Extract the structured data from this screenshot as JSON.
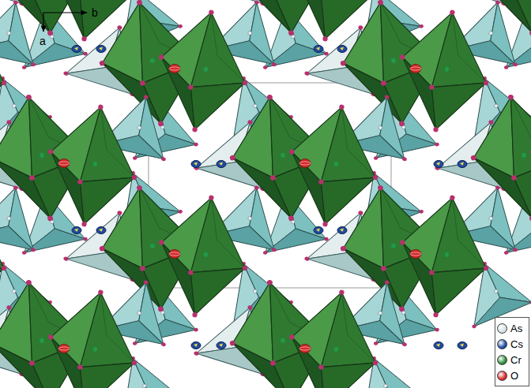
{
  "diagram": {
    "labels": [
      "b",
      "a"
    ],
    "legend": [
      {
        "text": "As",
        "color": "#d6e2e2"
      },
      {
        "text": "Cs",
        "color": "#1f4a9e"
      },
      {
        "text": "Cr",
        "color": "#2f8a3a"
      },
      {
        "text": "O",
        "color": "#d42a2a"
      }
    ]
  }
}
